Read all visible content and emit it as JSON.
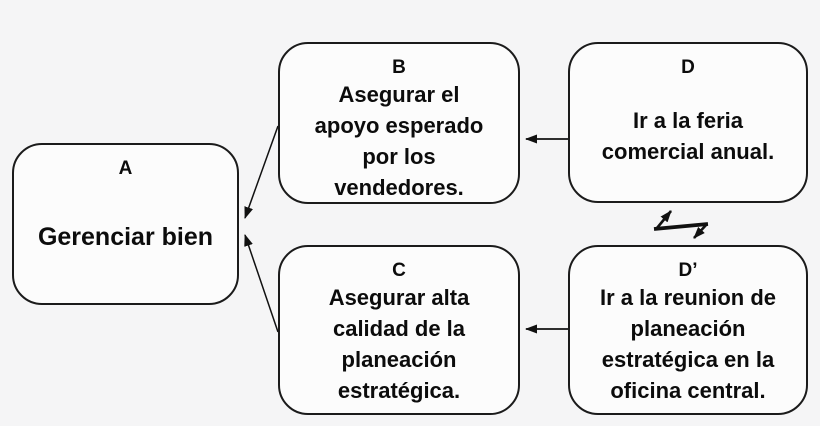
{
  "diagram": {
    "type": "conflict-cloud",
    "background_color": "#f5f5f6",
    "node_fill": "#fcfcfc",
    "node_border_color": "#1b1b1b",
    "text_color": "#0c0c0c",
    "nodes": [
      {
        "id": "A",
        "label": "A",
        "text": "Gerenciar bien"
      },
      {
        "id": "B",
        "label": "B",
        "text": "Asegurar el\napoyo esperado\npor los\nvendedores."
      },
      {
        "id": "C",
        "label": "C",
        "text": "Asegurar alta\ncalidad de la\nplaneación\nestratégica."
      },
      {
        "id": "D",
        "label": "D",
        "text": "Ir a la feria\ncomercial anual."
      },
      {
        "id": "D'",
        "label": "D’",
        "text": "Ir a la reunion de\nplaneación\nestratégica en la\noficina central."
      }
    ],
    "edges": [
      {
        "from": "D",
        "to": "B",
        "style": "arrow"
      },
      {
        "from": "D'",
        "to": "C",
        "style": "arrow"
      },
      {
        "from": "B",
        "to": "A",
        "style": "arrow"
      },
      {
        "from": "C",
        "to": "A",
        "style": "arrow"
      },
      {
        "between": [
          "D",
          "D'"
        ],
        "style": "conflict-zigzag"
      }
    ]
  }
}
